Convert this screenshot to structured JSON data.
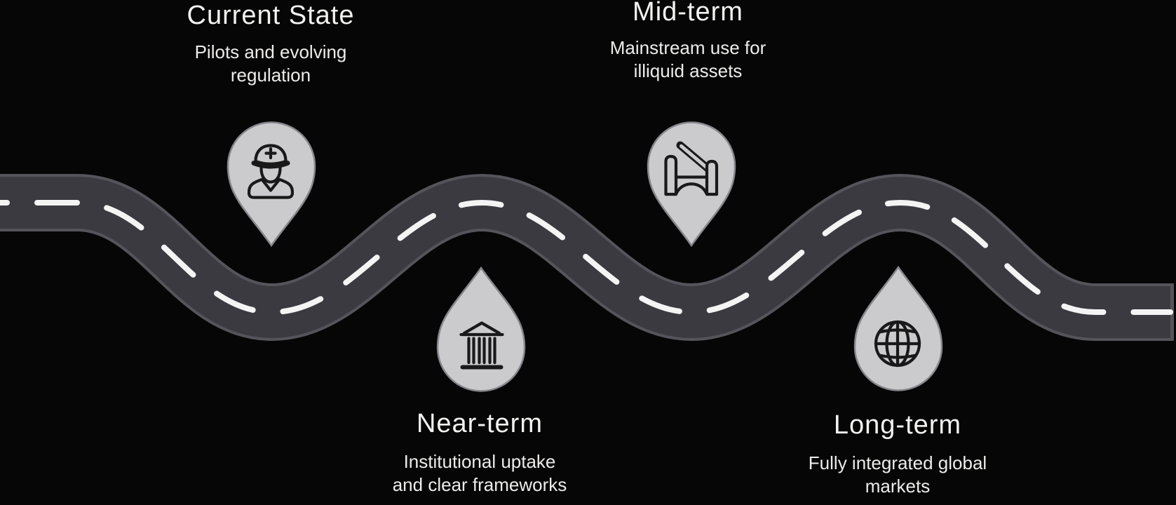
{
  "colors": {
    "background": "#060607",
    "road_fill": "#3b3a41",
    "road_edge": "#55545b",
    "road_dash": "#f4f4f5",
    "pin_fill": "#cbcbce",
    "pin_stroke": "#86868c",
    "icon_stroke": "#191919",
    "title_text": "#f3f2f0",
    "desc_text": "#edecea"
  },
  "milestones": [
    {
      "id": "current-state",
      "title": "Current State",
      "desc_lines": [
        "Pilots and evolving",
        "regulation"
      ],
      "icon": "police-officer-icon",
      "pin_direction": "down"
    },
    {
      "id": "near-term",
      "title": "Near-term",
      "desc_lines": [
        "Institutional uptake",
        "and clear frameworks"
      ],
      "icon": "bank-icon",
      "pin_direction": "up"
    },
    {
      "id": "mid-term",
      "title": "Mid-term",
      "desc_lines": [
        "Mainstream use for",
        "illiquid assets"
      ],
      "icon": "toll-gate-icon",
      "pin_direction": "down"
    },
    {
      "id": "long-term",
      "title": "Long-term",
      "desc_lines": [
        "Fully integrated global",
        "markets"
      ],
      "icon": "globe-icon",
      "pin_direction": "up"
    }
  ]
}
